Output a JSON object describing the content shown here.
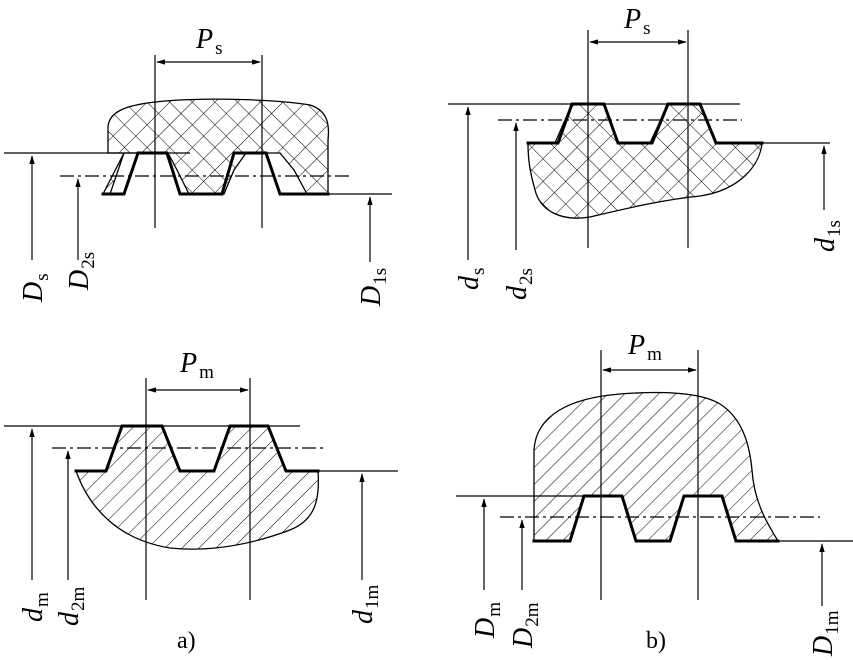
{
  "figure": {
    "caption_a": "a)",
    "caption_b": "b)",
    "panels": {
      "top_left": {
        "pitch": {
          "main": "P",
          "sub": "s"
        },
        "labels": [
          {
            "main": "D",
            "sub": "s"
          },
          {
            "main": "D",
            "sub": "2s"
          },
          {
            "main": "D",
            "sub": "1s"
          }
        ]
      },
      "top_right": {
        "pitch": {
          "main": "P",
          "sub": "s"
        },
        "labels": [
          {
            "main": "d",
            "sub": "s"
          },
          {
            "main": "d",
            "sub": "2s"
          },
          {
            "main": "d",
            "sub": "1s"
          }
        ]
      },
      "bottom_left": {
        "pitch": {
          "main": "P",
          "sub": "m"
        },
        "labels": [
          {
            "main": "d",
            "sub": "m"
          },
          {
            "main": "d",
            "sub": "2m"
          },
          {
            "main": "d",
            "sub": "1m"
          }
        ]
      },
      "bottom_right": {
        "pitch": {
          "main": "P",
          "sub": "m"
        },
        "labels": [
          {
            "main": "D",
            "sub": "m"
          },
          {
            "main": "D",
            "sub": "2m"
          },
          {
            "main": "D",
            "sub": "1m"
          }
        ]
      }
    }
  }
}
